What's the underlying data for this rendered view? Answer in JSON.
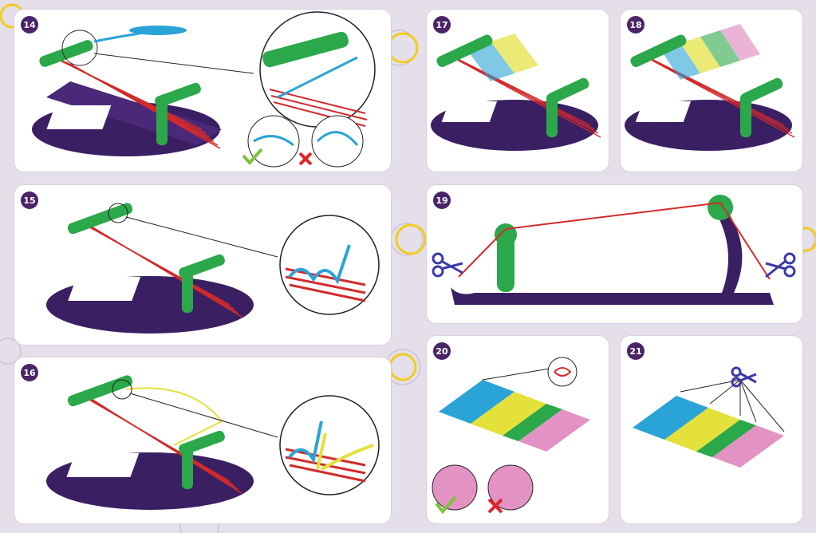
{
  "steps": [
    {
      "id": "14",
      "label": "14"
    },
    {
      "id": "15",
      "label": "15"
    },
    {
      "id": "16",
      "label": "16"
    },
    {
      "id": "17",
      "label": "17"
    },
    {
      "id": "18",
      "label": "18"
    },
    {
      "id": "19",
      "label": "19"
    },
    {
      "id": "20",
      "label": "20"
    },
    {
      "id": "21",
      "label": "21"
    }
  ],
  "colors": {
    "badge": "#4a2466",
    "base": "#3b1f63",
    "frame_green": "#2ba84a",
    "warp_red": "#d42a2a",
    "weft_blue": "#2aa3d6",
    "weft_yellow": "#e3e13a",
    "weft_pink": "#e393c3",
    "correct_green": "#7ec23a",
    "wrong_red": "#e0262a"
  },
  "icons": [
    "shuttle-icon",
    "scissors-icon",
    "check-icon",
    "cross-icon",
    "zoom-circle-icon"
  ]
}
